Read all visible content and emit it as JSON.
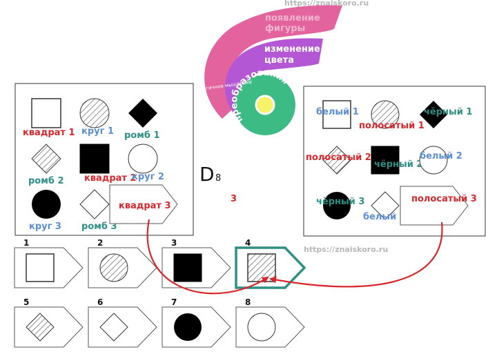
{
  "watermark_top": "https://znaiskoro.ru",
  "watermark_mid": "https://znaiskoro.ru",
  "logo": {
    "outer": "появление фигуры",
    "middle": "изменение цвета",
    "inner": "преобразования",
    "small": "логичное мышление"
  },
  "puzzle_id": {
    "letter": "D",
    "number": "8"
  },
  "answer_number": "3",
  "left_matrix": [
    {
      "shape": "square",
      "label": "квадрат 1",
      "color": "#d9262b"
    },
    {
      "shape": "circle-striped",
      "label": "круг 1",
      "color": "#5b8fd0"
    },
    {
      "shape": "diamond-black",
      "label": "ромб 1",
      "color": "#2c8f86"
    },
    {
      "shape": "diamond-striped",
      "label": "ромб 2",
      "color": "#2c8f86"
    },
    {
      "shape": "square-black",
      "label": "квадрат 2",
      "color": "#d9262b"
    },
    {
      "shape": "circle-white",
      "label": "круг 2",
      "color": "#5b8fd0"
    },
    {
      "shape": "circle-black",
      "label": "круг 3",
      "color": "#5b8fd0"
    },
    {
      "shape": "diamond-white",
      "label": "ромб 3",
      "color": "#2c8f86"
    },
    {
      "shape": "pentagon",
      "label": "квадрат 3",
      "color": "#d9262b"
    }
  ],
  "right_matrix": [
    {
      "shape": "square",
      "label": "белый 1",
      "color": "#5b8fd0"
    },
    {
      "shape": "circle-striped",
      "label": "полосатый 1",
      "color": "#d9262b"
    },
    {
      "shape": "diamond-black",
      "label": "чёрный 1",
      "color": "#2c8f86"
    },
    {
      "shape": "diamond-striped",
      "label": "полосатый 2",
      "color": "#d9262b"
    },
    {
      "shape": "square-black",
      "label": "чёрный 2",
      "color": "#2c8f86"
    },
    {
      "shape": "circle-white",
      "label": "белый 2",
      "color": "#5b8fd0"
    },
    {
      "shape": "circle-black",
      "label": "чёрный 3",
      "color": "#2c8f86"
    },
    {
      "shape": "diamond-white",
      "label": "белый 3",
      "color": "#5b8fd0"
    },
    {
      "shape": "pentagon",
      "label": "полосатый 3",
      "color": "#d9262b"
    }
  ],
  "options": [
    {
      "number": "1",
      "shape": "square-white"
    },
    {
      "number": "2",
      "shape": "circle-striped"
    },
    {
      "number": "3",
      "shape": "square-black"
    },
    {
      "number": "4",
      "shape": "square-striped",
      "highlight": true
    },
    {
      "number": "5",
      "shape": "diamond-striped"
    },
    {
      "number": "6",
      "shape": "diamond-white"
    },
    {
      "number": "7",
      "shape": "circle-black"
    },
    {
      "number": "8",
      "shape": "circle-white"
    }
  ],
  "colors": {
    "logo_outer": "#e2639e",
    "logo_middle": "#b457d4",
    "logo_inner": "#3dbb85",
    "highlight": "#2e8f85",
    "arrow": "#d9262b"
  }
}
